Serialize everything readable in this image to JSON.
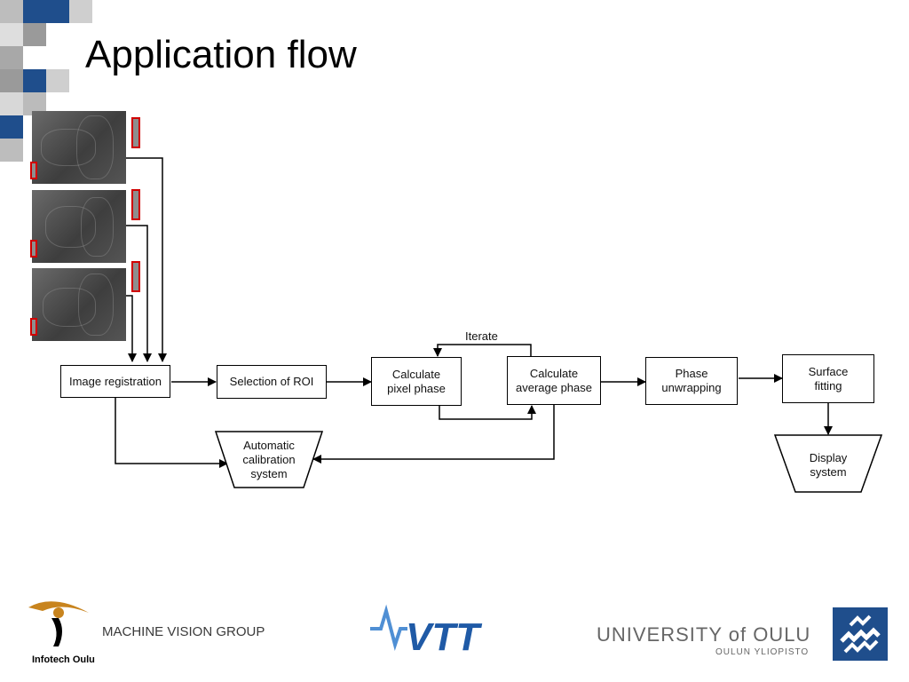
{
  "slide": {
    "title": "Application flow"
  },
  "diagram": {
    "nodes": {
      "image_registration": "Image registration",
      "selection_roi": "Selection of ROI",
      "calc_pixel_phase": [
        "Calculate",
        "pixel phase"
      ],
      "calc_average_phase": [
        "Calculate",
        "average phase"
      ],
      "phase_unwrapping": [
        "Phase",
        "unwrapping"
      ],
      "surface_fitting": [
        "Surface",
        "fitting"
      ],
      "auto_calibration": [
        "Automatic",
        "calibration",
        "system"
      ],
      "display_system": [
        "Display",
        "system"
      ]
    },
    "iterate_label": "Iterate",
    "input_image_count": 3
  },
  "footer": {
    "left_logo_text": "Infotech Oulu",
    "group_name": "MACHINE VISION GROUP",
    "vtt_logo_text": "VTT",
    "university_name": "UNIVERSITY of OULU",
    "university_sub": "OULUN YLIOPISTO"
  },
  "colors": {
    "accent_blue": "#1f4e8c",
    "tile_gray": "#9e9e9e",
    "tile_light": "#d0d0d0",
    "marker_red": "#d00000",
    "vtt_blue": "#1f5aa6"
  }
}
